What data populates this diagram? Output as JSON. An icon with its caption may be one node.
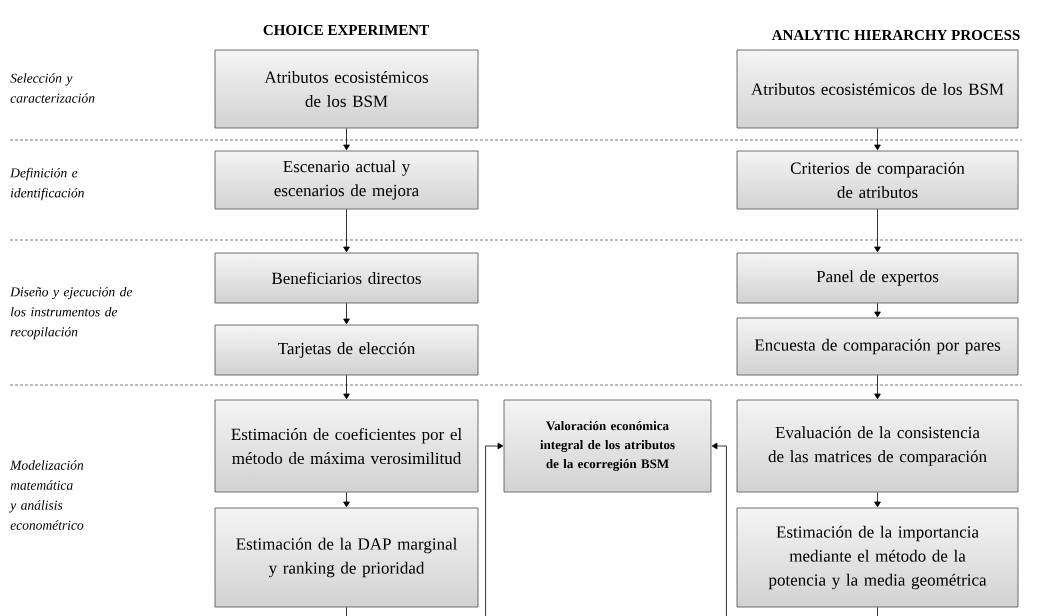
{
  "diagram": {
    "nodes": [
      {
        "text": [
          "Atributos ecosistémicos de los BSM"
        ]
      },
      {
        "text": [
          "Atributos ecosistémicos de los BSM"
        ]
      },
      {
        "text": [
          "Escenario actual y escenarios de mejora"
        ]
      },
      {
        "text": [
          "Criterios de comparación de atributos"
        ]
      },
      {
        "text": [
          "Beneficiarios directos"
        ]
      },
      {
        "text": [
          "Panel de expertos"
        ]
      },
      {
        "text": [
          "Tarjetas de elección"
        ]
      },
      {
        "text": [
          "Encuesta de comparación por pares"
        ]
      },
      {
        "text": [
          "Estimación de coeficientes por el método de máxima verosimilitud"
        ]
      },
      {
        "text": [
          "Valoración económica integral de los atributos de la ecorregión BSM"
        ]
      },
      {
        "text": [
          "Evaluación de la consistencia de las matrices de comparación"
        ]
      },
      {
        "text": [
          "Estimación de la DAP marginal y ranking de prioridad"
        ]
      },
      {
        "text": [
          "Estimación de la importancia mediante el método de la potencia y la media geométrica"
        ]
      }
    ],
    "edges": [
      {
        "from": 0,
        "to": 2,
        "arrow": "to"
      },
      {
        "from": 1,
        "to": 3,
        "arrow": "to"
      },
      {
        "from": 2,
        "to": 4,
        "arrow": "to"
      },
      {
        "from": 3,
        "to": 5,
        "arrow": "to"
      },
      {
        "from": 4,
        "to": 6,
        "arrow": "to"
      },
      {
        "from": 5,
        "to": 7,
        "arrow": "to"
      },
      {
        "from": 6,
        "to": 8,
        "arrow": "to"
      },
      {
        "from": 7,
        "to": 10,
        "arrow": "to"
      },
      {
        "from": 8,
        "to": 11,
        "arrow": "to"
      },
      {
        "from": 10,
        "to": 12,
        "arrow": "to"
      },
      {
        "from": 11,
        "to": 9,
        "arrow": "to"
      },
      {
        "from": 12,
        "to": 9,
        "arrow": "to"
      }
    ],
    "labels": [
      "CHOICE EXPERIMENT",
      "ANALYTIC HIERARCHY PROCESS",
      "Selección y caracterización",
      "Definición e identificación",
      "Diseño y ejecución de los instrumentos de recopilación",
      "Modelización matemática y análisis econométrico"
    ]
  }
}
